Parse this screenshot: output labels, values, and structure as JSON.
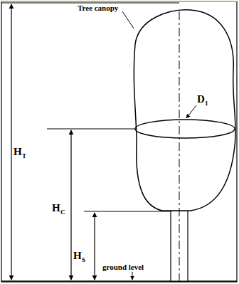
{
  "diagram": {
    "labels": [
      "Tree canopy",
      "D",
      "1",
      "H",
      "T",
      "H",
      "C",
      "H",
      "S",
      "ground level"
    ]
  }
}
